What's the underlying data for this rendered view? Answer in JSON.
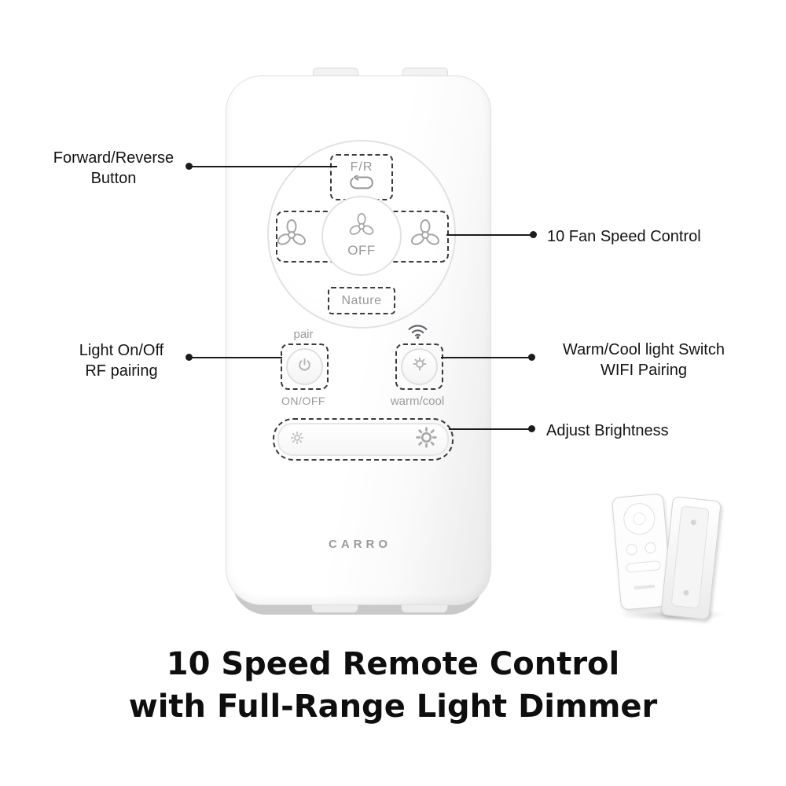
{
  "remote": {
    "fr_label": "F/R",
    "off_label": "OFF",
    "nature_label": "Nature",
    "pair_label": "pair",
    "onoff_label": "ON/OFF",
    "warmcool_label": "warm/cool",
    "brand": "CARRO"
  },
  "callouts": {
    "forward_reverse": "Forward/Reverse\nButton",
    "fan_speed": "10 Fan Speed Control",
    "light_rf": "Light On/Off\nRF pairing",
    "warm_wifi": "Warm/Cool light Switch\nWIFI Pairing",
    "brightness": "Adjust Brightness"
  },
  "title": "10 Speed Remote Control\nwith Full-Range Light Dimmer",
  "colors": {
    "callout_line": "#1c1c1c",
    "dashed_outline": "#3a3a3a",
    "remote_text_gray": "#98999b",
    "title_text": "#0e0e0e",
    "shell_gray": "#c9c9c9"
  },
  "icons": [
    "loop-arrow-icon",
    "fan-icon",
    "power-icon",
    "wifi-icon",
    "light-icon",
    "sun-dim-icon",
    "sun-bright-icon"
  ]
}
